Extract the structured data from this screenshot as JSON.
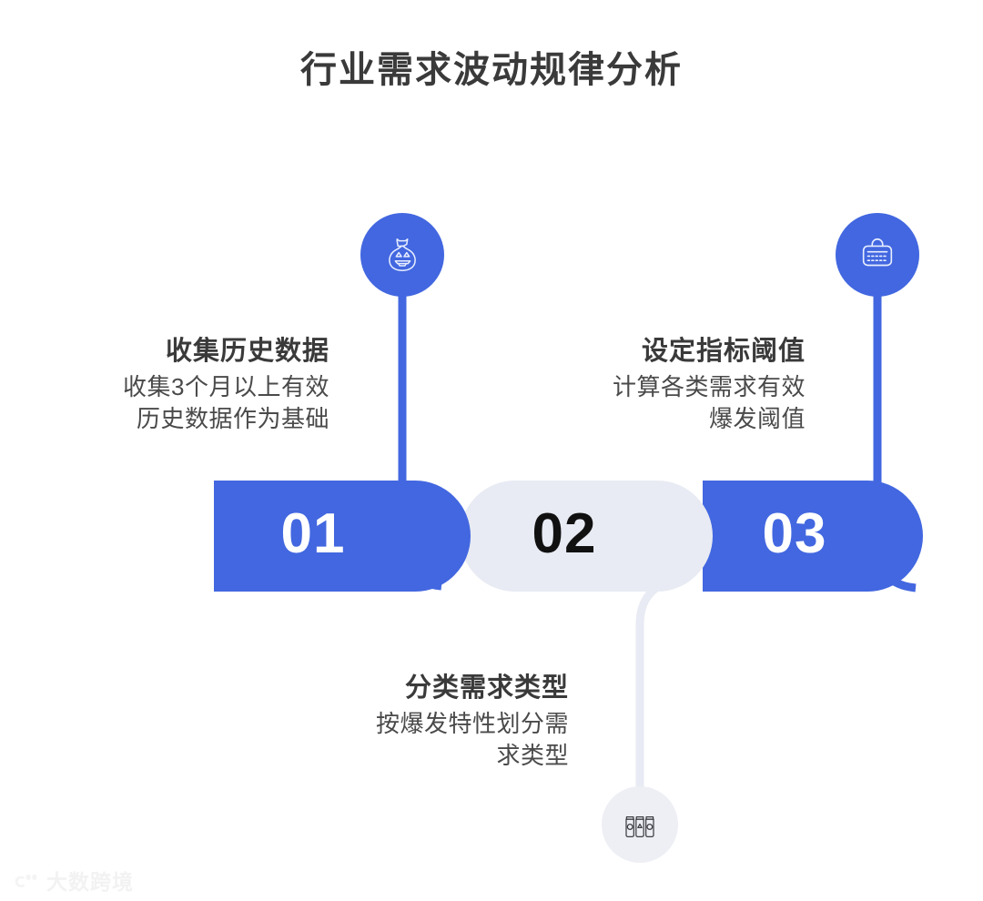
{
  "page": {
    "title": "行业需求波动规律分析",
    "background_color": "#ffffff"
  },
  "theme": {
    "accent_blue": "#4267E0",
    "muted_grey": "#E8EBF3",
    "circle_grey": "#EDEFF4",
    "title_color": "#3a3a3a",
    "body_color": "#4a4a4a",
    "number_light": "#ffffff",
    "number_dark": "#111111"
  },
  "steps": [
    {
      "number": "01",
      "title": "收集历史数据",
      "desc_line1": "收集3个月以上有效",
      "desc_line2": "历史数据作为基础",
      "icon": "halloween-treat-bag-icon",
      "style": "blue",
      "position": "above"
    },
    {
      "number": "02",
      "title": "分类需求类型",
      "desc_line1": "按爆发特性划分需",
      "desc_line2": "求类型",
      "icon": "recycling-bins-icon",
      "style": "grey",
      "position": "below"
    },
    {
      "number": "03",
      "title": "设定指标阈值",
      "desc_line1": "计算各类需求有效",
      "desc_line2": "爆发阈值",
      "icon": "briefcase-icon",
      "style": "blue",
      "position": "above"
    }
  ],
  "watermark": {
    "text": "大数跨境",
    "logo": "paw-logo-icon"
  }
}
